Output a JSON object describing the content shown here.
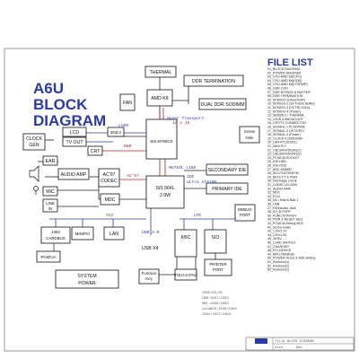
{
  "title": [
    "A6U",
    "BLOCK",
    "DIAGRAM"
  ],
  "file_list_title": "FILE LIST",
  "file_list": [
    "01_BLOCK DIAGRAM",
    "02_POWER DIAGRAM",
    "03_CPU-AMD K8(CFG)",
    "04_CPU-AMD K8(DDR)",
    "05_CPU-AMD K8(HT/PWR)",
    "06_DDR CON",
    "07_DDR BYPASS & BUFFER",
    "08_DDR TERMINATION",
    "09_M760GX-1(Host-NOP)",
    "10_M760GX-2 (for Frame Buffer)",
    "11_M760GX-3 (HCTRL/VGA)",
    "12_M760GX-4 (Power)",
    "13_SB5S5LV / THERMAL",
    "14_LVDS & BACKLIGHT",
    "15_CRT/TV CONNECTOR",
    "16_SIS964L-1 PCI/DPIDE",
    "17_SIS964L-2 LPC/GPIO",
    "18_SIS964L-3 (Power)",
    "19_CLOCK ICS950208F",
    "20_LAN-RTL8100CL",
    "21_MINI PCI",
    "22_CB1394-R5C841(1)",
    "23_CB1394-R5C841(2)",
    "24_PCMCIA SOCKET",
    "25_IDE-HDD",
    "26_IDE-ODD",
    "27_KBC-M38857",
    "28_SIO-PC87393F/M",
    "29_BIOS-CT & FWH",
    "30_Discharge circuit",
    "31_CODEC-ALC650",
    "32_AUDIO AMP",
    "33_MDC",
    "34_RJ11",
    "35_NC / Batt & Batt 1",
    "36_USB",
    "37_FAN/Audio Jack",
    "38_I/O_B PORT",
    "39_FUNCTION KEY",
    "40_PWR & RESET SEQ",
    "41_PCMCIA Debug MUX",
    "42_Screw Holes",
    "43_1.5V/1.2V",
    "44_2.5V/1.8V",
    "45_3V/5V",
    "46_LOAD SWITCH",
    "47_CHARGER",
    "48_PCI DEVICE",
    "49_BATLOW/BSM",
    "50_POWER HOLE & MIS Setting",
    "51_Revision(1)",
    "52_Revision(2)",
    "53_Revision(1)"
  ],
  "blocks": {
    "thermal": "THERMAL",
    "cpu": "AMD K8",
    "ddr_term": "DDR TERMINATION",
    "dual_ddr": "DUAL DDR SODIMM",
    "fan": "FAN",
    "clock": [
      "CLOCK",
      "GEN"
    ],
    "lcd": "LCD",
    "tvout": "TV OUT",
    "crt": "CRT",
    "lvds_chip": "302LV",
    "nb": "SiS M760GX",
    "screw": [
      "Screw",
      "Hole"
    ],
    "ear": "EAR",
    "audio_amp": "AUDIO AMP",
    "ac97": [
      "AC'97",
      "CODEC"
    ],
    "mdc": "MDC",
    "mic": "MIC",
    "linein": [
      "LINE",
      "IN"
    ],
    "sec_ide": "SECONDARY IDE",
    "pri_ide": "PRIMARY IDE",
    "sb": [
      "SiS 964L",
      "2.9W"
    ],
    "debug": [
      "DEBUG",
      "PORT"
    ],
    "b1394": [
      "1394",
      "CARDBUS"
    ],
    "minipci": "MINIPCI",
    "lan": "LAN",
    "pcmcia": "PCMCIA",
    "usb": "USB X4",
    "kbc": "KBC",
    "sio": "SIO",
    "printer": [
      "PRINTER",
      "PORT"
    ],
    "sys_power": [
      "SYSTEM",
      "POWER"
    ],
    "fkey": [
      "Function",
      "Key"
    ],
    "tpad": "TOUCH PAD"
  },
  "bus_labels": {
    "lvds": "LVDS",
    "rgb": "RGB",
    "hyper": "Hyper Transport",
    "hyper_w": "16 x 16",
    "mutiol": "MUTIOL LINE",
    "ac97": "AC'97",
    "ide": "IDE",
    "ide_speed": "ULtra ATA100",
    "pci": "PCI",
    "lpc": "LPC",
    "usb20": "USB 2.0"
  },
  "notes": [
    "2005/05/05",
    "LBB:1037/1063",
    "SBC:1036/1063",
    "CardBUS:1036/1063",
    "1394:1037/1063"
  ],
  "titleblock": [
    "Title",
    "BLOCK DIAGRAM",
    "Size",
    "Rev",
    "Date",
    "Sheet"
  ]
}
